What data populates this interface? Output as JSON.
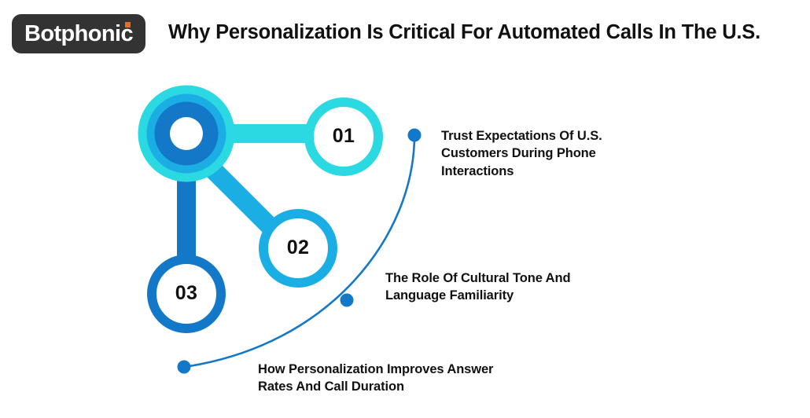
{
  "header": {
    "logo_text": "Botphonic",
    "logo_accent_color": "#EE6A1E",
    "logo_bg_color": "#333333",
    "title": "Why Personalization Is Critical For Automated Calls In The U.S."
  },
  "palette": {
    "cyan": "#2BD9E2",
    "sky_blue": "#1BAEE5",
    "blue": "#1378C8",
    "hub_center": "#FFFFFF",
    "text": "#111111",
    "background": "#FFFFFF"
  },
  "diagram": {
    "type": "hub-and-spoke",
    "hub": {
      "name": "central-hub",
      "rings": [
        "#2BD9E2",
        "#1BAEE5",
        "#1378C8"
      ]
    },
    "nodes": [
      {
        "id": "01",
        "number": "01",
        "color": "#2BD9E2",
        "label": "Trust Expectations Of U.S. Customers During Phone Interactions"
      },
      {
        "id": "02",
        "number": "02",
        "color": "#1BAEE5",
        "label": "The Role Of Cultural Tone And Language Familiarity"
      },
      {
        "id": "03",
        "number": "03",
        "color": "#1378C8",
        "label": "How Personalization Improves Answer Rates And Call Duration"
      }
    ],
    "callouts": [
      {
        "index": 0,
        "line1": "Trust Expectations Of U.S.",
        "line2": "Customers During Phone",
        "line3": "Interactions",
        "marker_color": "#1378C8"
      },
      {
        "index": 1,
        "line1": "The Role Of Cultural Tone And",
        "line2": "Language Familiarity",
        "line3": "",
        "marker_color": "#1378C8"
      },
      {
        "index": 2,
        "line1": "How Personalization Improves Answer",
        "line2": "Rates And Call Duration",
        "line3": "",
        "marker_color": "#1378C8"
      }
    ]
  }
}
